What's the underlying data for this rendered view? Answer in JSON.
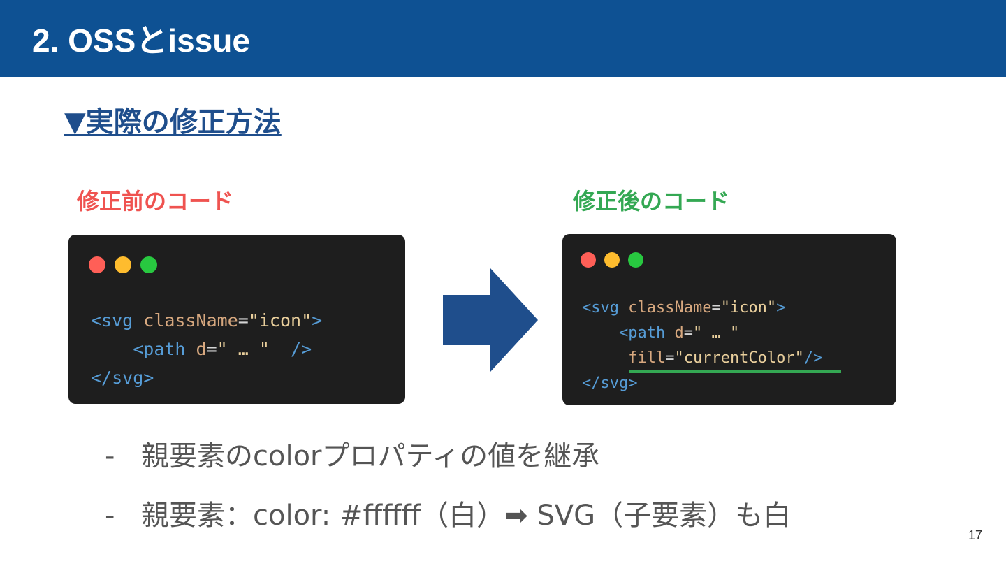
{
  "header": {
    "title": "2. OSSとissue"
  },
  "section": {
    "title": "▼実際の修正方法"
  },
  "before": {
    "label": "修正前のコード",
    "code": {
      "l1_open": "<svg",
      "l1_attr": "className",
      "l1_eq": "=",
      "l1_val": "\"icon\"",
      "l1_close": ">",
      "l2_open": "<path",
      "l2_attr": "d",
      "l2_eq": "=",
      "l2_val": "\" … \"",
      "l2_close": "/>",
      "l3": "</svg>"
    }
  },
  "after": {
    "label": "修正後のコード",
    "code": {
      "l1_open": "<svg",
      "l1_attr": "className",
      "l1_eq": "=",
      "l1_val": "\"icon\"",
      "l1_close": ">",
      "l2_open": "<path",
      "l2_attr": "d",
      "l2_eq": "=",
      "l2_val": "\" … \"",
      "l3_attr": "fill",
      "l3_eq": "=",
      "l3_val": "\"currentColor\"",
      "l3_close": "/>",
      "l4": "</svg>"
    }
  },
  "window_dots": {
    "red": "#ff5f57",
    "yellow": "#febc2e",
    "green": "#28c840"
  },
  "arrow": {
    "icon": "right-arrow-icon",
    "color": "#1f4e8c"
  },
  "bullets": [
    {
      "dash": "-",
      "text": "親要素のcolorプロパティの値を継承"
    },
    {
      "dash": "-",
      "text": "親要素：color: #ffffff（白）➡ SVG（子要素）も白"
    }
  ],
  "page_number": "17",
  "colors": {
    "header_bg": "#0e5193",
    "before_label": "#ef5350",
    "after_label": "#34a853",
    "code_bg": "#1e1e1e"
  }
}
